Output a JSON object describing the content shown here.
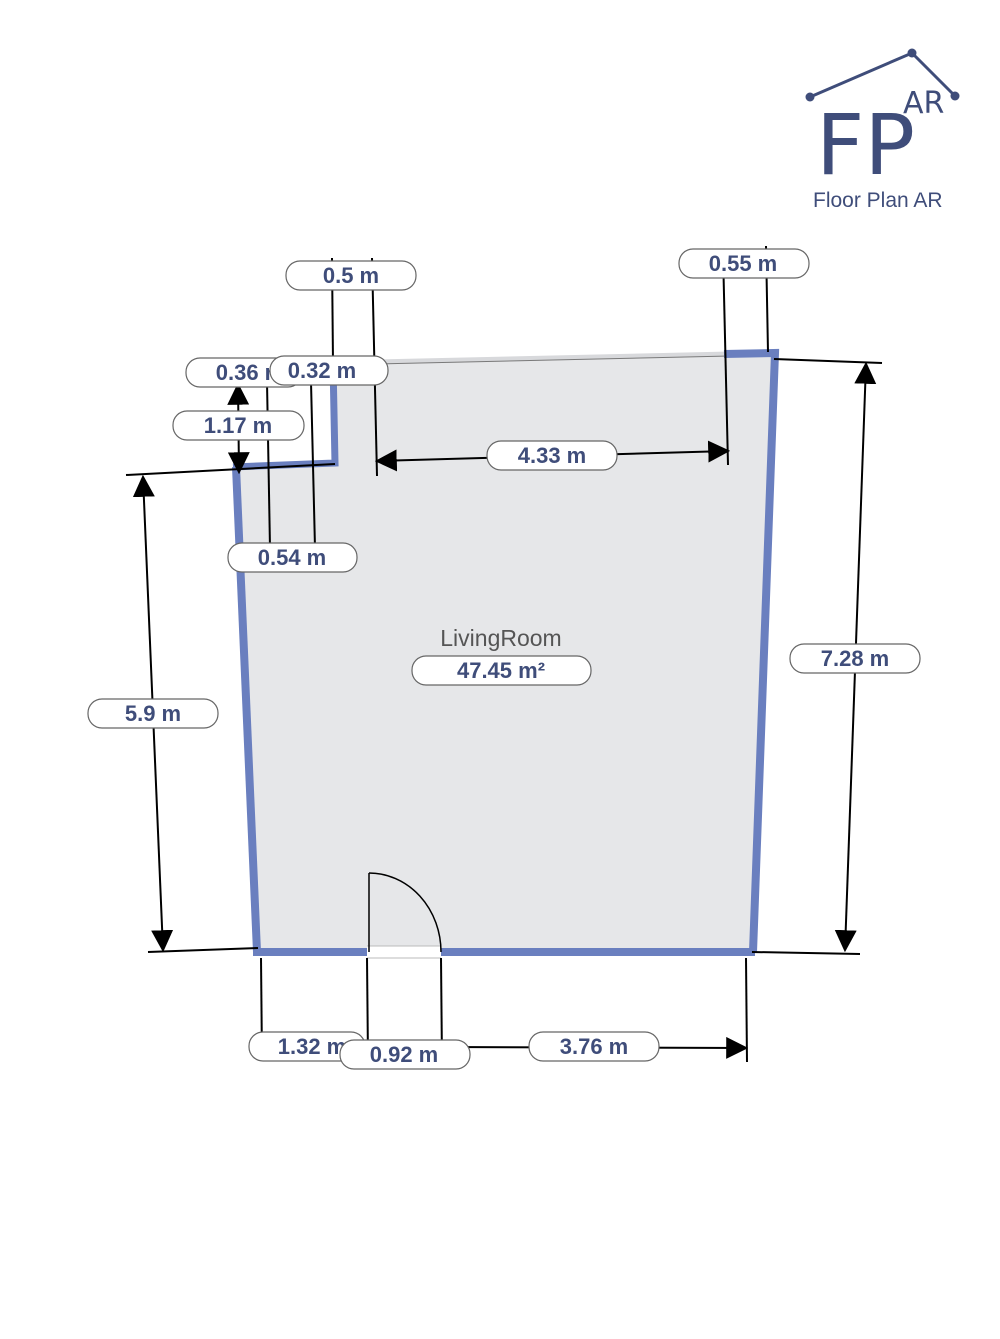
{
  "colors": {
    "wall": "#6a7fbf",
    "wall_edge": "#3b4e8c",
    "room_fill": "#e6e7e9",
    "label_text": "#3f4d7a",
    "room_name_text": "#555555",
    "logo": "#3f4d7a",
    "dimension_line": "#000000"
  },
  "logo": {
    "mark": "FP",
    "superscript": "AR",
    "caption": "Floor Plan AR",
    "icon": "roof-constellation-icon"
  },
  "room": {
    "name": "LivingRoom",
    "area": "47.45 m²"
  },
  "dimensions": {
    "wall_top_left_stub": "0.5 m",
    "wall_top_right_stub": "0.55 m",
    "niche_width": "0.36 m",
    "niche_depth_wall": "0.32 m",
    "niche_height": "1.17 m",
    "top_wall": "4.33 m",
    "niche_offset": "0.54 m",
    "left_wall": "5.9 m",
    "right_wall": "7.28 m",
    "bottom_left_segment": "1.32 m",
    "door_width": "0.92 m",
    "bottom_right_segment": "3.76 m"
  }
}
